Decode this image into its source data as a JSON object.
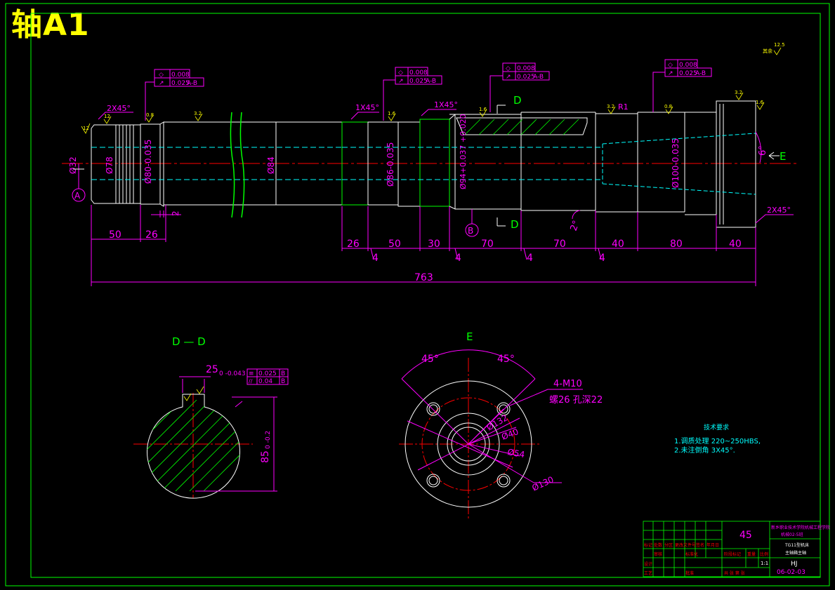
{
  "title": "轴A1",
  "main_view": {
    "chamfers": {
      "left": "2X45°",
      "shoulder1": "1X45°",
      "shoulder2": "1X45°",
      "right": "2X45°"
    },
    "diameters": [
      "Ø32",
      "Ø78",
      "Ø80-0.035",
      "Ø84",
      "Ø86-0.035",
      "Ø94+0.037 +0.020",
      "Ø100-0.035"
    ],
    "tolerance_frames": [
      {
        "sym1": "◇",
        "v1": "0.008",
        "sym2": "↗",
        "v2": "0.025",
        "datum": "A-B"
      },
      {
        "sym1": "◇",
        "v1": "0.008",
        "sym2": "↗",
        "v2": "0.025",
        "datum": "A-B"
      },
      {
        "sym1": "◇",
        "v1": "0.008",
        "sym2": "↗",
        "v2": "0.025",
        "datum": "A-B"
      },
      {
        "sym1": "◇",
        "v1": "0.008",
        "sym2": "↗",
        "v2": "0.025",
        "datum": "A-B"
      }
    ],
    "dims": {
      "d50a": "50",
      "d26a": "26",
      "d2": "2",
      "d26b": "26",
      "d50b": "50",
      "d30": "30",
      "d70a": "70",
      "d70b": "70",
      "d40a": "40",
      "d80": "80",
      "d40b": "40",
      "total": "763",
      "four": "4",
      "angle6": "6°",
      "angle2": "2°",
      "r1": "R1"
    },
    "datums": {
      "a": "A",
      "b": "B"
    },
    "section_marks": {
      "d_top": "D",
      "d_bottom": "D",
      "e": "E"
    },
    "roughness": [
      "12",
      "0.8",
      "3.2",
      "1.6",
      "1.6",
      "3.2",
      "0.8",
      "3.2",
      "1.6",
      "12.5",
      "其余"
    ]
  },
  "section_dd": {
    "label": "D — D",
    "keyway": "25",
    "keyway_tol": "0 -0.043",
    "frame1": {
      "sym": "≡",
      "v": "0.025",
      "datum": "B"
    },
    "frame2": {
      "sym": "//",
      "v": "0.04",
      "datum": "B"
    },
    "depth": "85",
    "depth_tol": "0 -0.2"
  },
  "view_e": {
    "label": "E",
    "angle1": "45°",
    "angle2": "45°",
    "thread": "4-M10",
    "thread_depth": "螺26 孔深22",
    "d132": "Ø132",
    "d40": "Ø40",
    "d54": "Ø54",
    "d130": "Ø130"
  },
  "tech_req": {
    "heading": "技术要求",
    "item1": "1.调质处理 220~250HBS,",
    "item2": "2.未注倒角 3X45°."
  },
  "title_block": {
    "material": "45",
    "school": "新乡职业技术学院机械工程学院",
    "class": "机械02-5班",
    "part_title1": "TG11型机床",
    "part_title2": "主轴箱主轴",
    "scale": "1:1",
    "code": "HJ",
    "drawing_no": "06-02-03",
    "row_labels": [
      "标记",
      "处数",
      "分区",
      "更改文件号",
      "签名",
      "年月日"
    ],
    "designer": "设计",
    "checker": "审核",
    "process": "工艺",
    "standard": "标准化",
    "approve": "批准",
    "stage_mark": "阶段标记",
    "weight": "重量",
    "ratio": "比例",
    "sheets": "共  张  第  张"
  },
  "colors": {
    "frame": "#00ff00",
    "magenta": "#ff00ff",
    "white": "#ffffff",
    "yellow": "#ffff00",
    "red": "#ff0000",
    "cyan": "#00ffff"
  }
}
